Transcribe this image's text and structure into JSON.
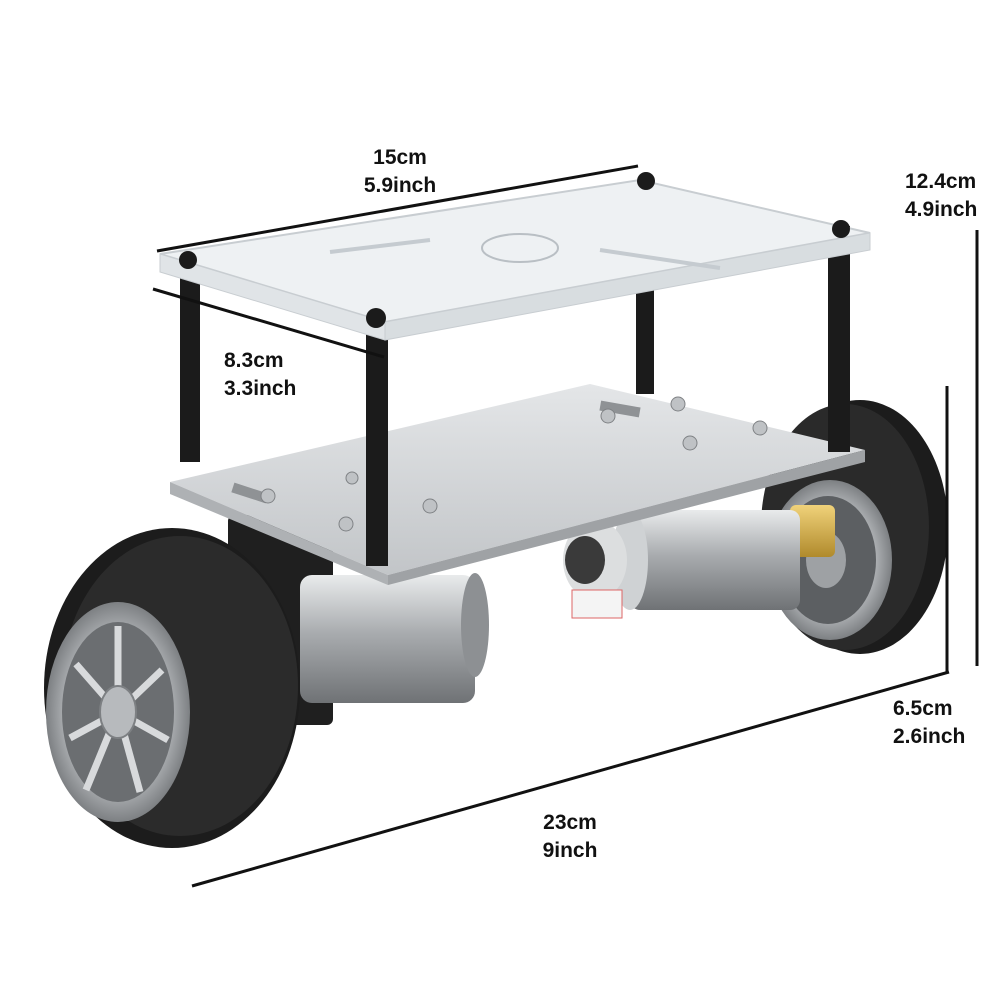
{
  "dimensions": {
    "top_width": {
      "metric": "15cm",
      "imperial": "5.9inch"
    },
    "total_height": {
      "metric": "12.4cm",
      "imperial": "4.9inch"
    },
    "deck_spacing": {
      "metric": "8.3cm",
      "imperial": "3.3inch"
    },
    "wheel_diameter": {
      "metric": "6.5cm",
      "imperial": "2.6inch"
    },
    "overall_length": {
      "metric": "23cm",
      "imperial": "9inch"
    }
  },
  "colors": {
    "background": "#ffffff",
    "dimension_line": "#111111",
    "acrylic": "#eef1f3",
    "aluminum": "#d4d7da",
    "standoff": "#1b1b1b",
    "tire": "#1e1e1e",
    "rim": "#c8cbce",
    "motor": "#b9bcbf"
  }
}
